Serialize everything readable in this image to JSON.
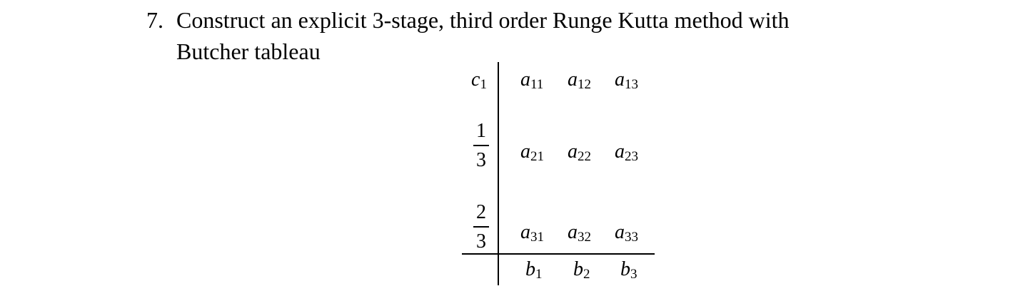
{
  "problem": {
    "number": "7.",
    "line1": "Construct an explicit 3-stage, third order Runge Kutta method with",
    "line2": "Butcher tableau"
  },
  "tableau": {
    "c": [
      {
        "type": "symbol",
        "base": "c",
        "sub": "1"
      },
      {
        "type": "fraction",
        "num": "1",
        "den": "3"
      },
      {
        "type": "fraction",
        "num": "2",
        "den": "3"
      }
    ],
    "a": [
      [
        {
          "base": "a",
          "sub": "11"
        },
        {
          "base": "a",
          "sub": "12"
        },
        {
          "base": "a",
          "sub": "13"
        }
      ],
      [
        {
          "base": "a",
          "sub": "21"
        },
        {
          "base": "a",
          "sub": "22"
        },
        {
          "base": "a",
          "sub": "23"
        }
      ],
      [
        {
          "base": "a",
          "sub": "31"
        },
        {
          "base": "a",
          "sub": "32"
        },
        {
          "base": "a",
          "sub": "33"
        }
      ]
    ],
    "b": [
      {
        "base": "b",
        "sub": "1"
      },
      {
        "base": "b",
        "sub": "2"
      },
      {
        "base": "b",
        "sub": "3"
      }
    ]
  }
}
